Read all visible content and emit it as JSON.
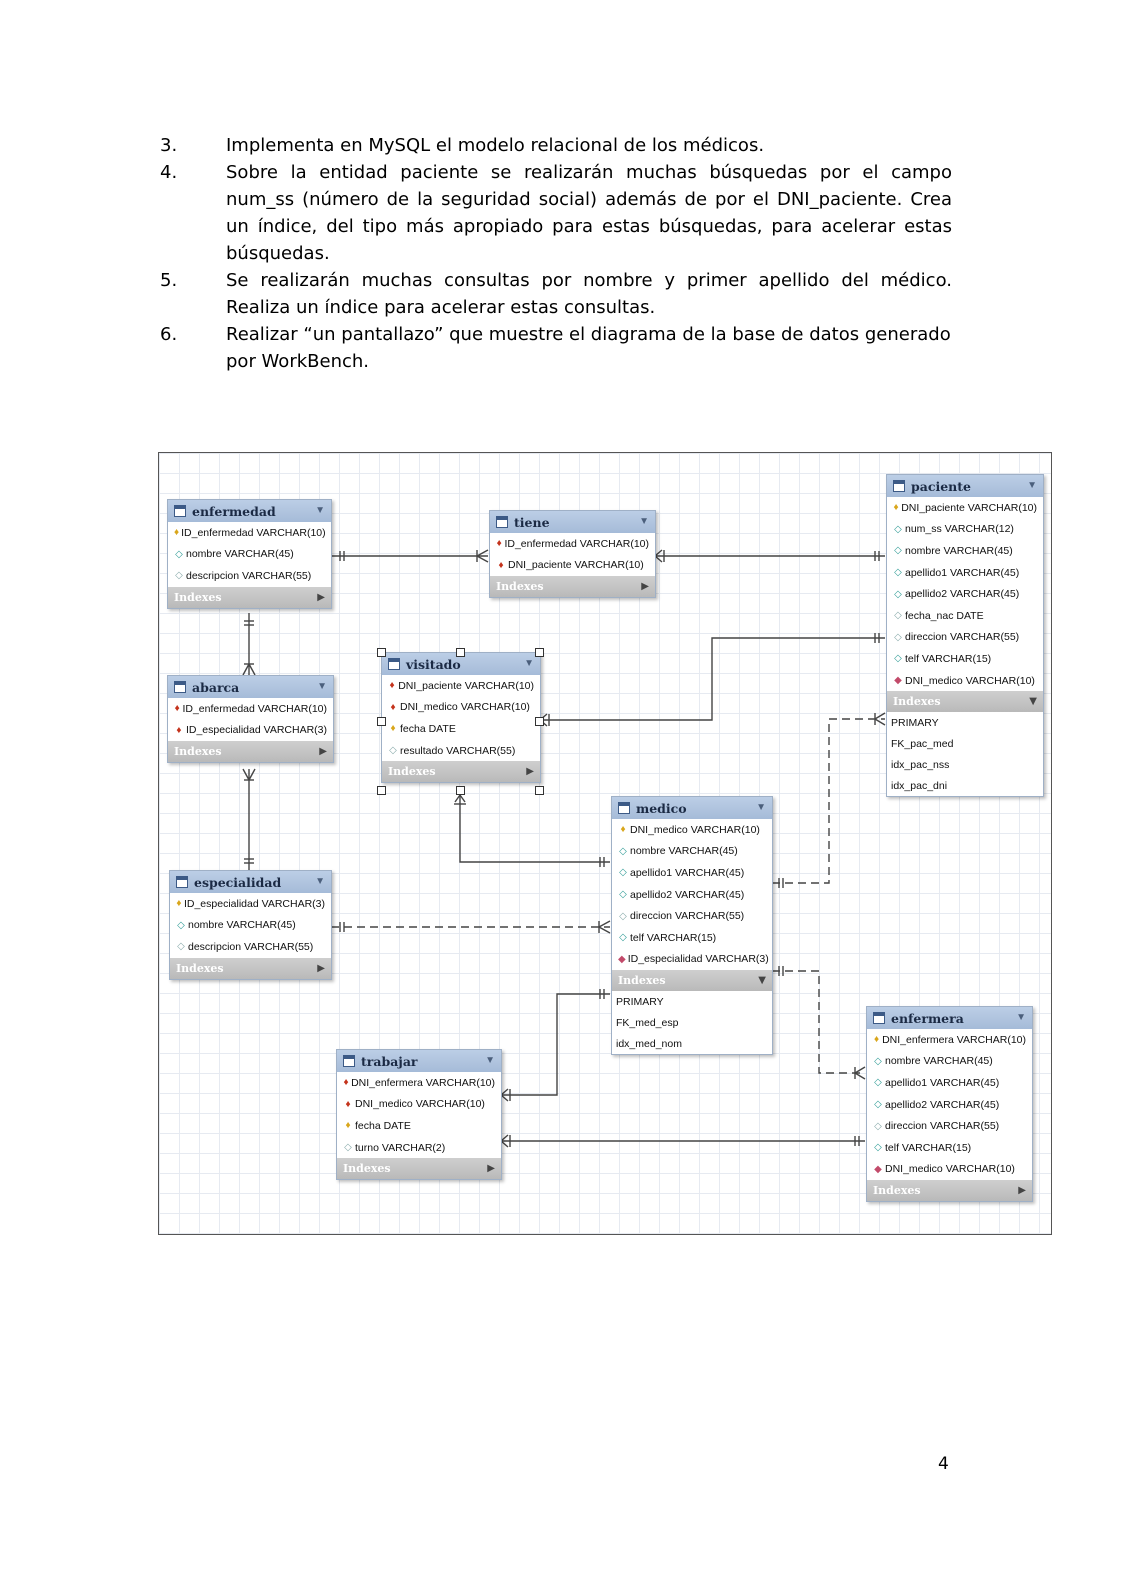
{
  "list": [
    {
      "num": "3.",
      "text": "Implementa en MySQL el modelo relacional de los médicos."
    },
    {
      "num": "4.",
      "text": "Sobre la entidad paciente se realizarán muchas búsquedas por el campo num_ss (número de la seguridad social) además de por el DNI_paciente. Crea un índice, del tipo más apropiado para estas búsquedas, para acelerar estas búsquedas."
    },
    {
      "num": "5.",
      "text": "Se realizarán muchas consultas por nombre y primer apellido del médico. Realiza un índice para acelerar estas consultas."
    },
    {
      "num": "6.",
      "text": "Realizar “un pantallazo” que muestre el diagrama de la base de datos generado por WorkBench."
    }
  ],
  "indexes_label": "Indexes",
  "tables": {
    "enfermedad": {
      "name": "enfermedad",
      "columns": [
        {
          "icon": "pk",
          "text": "ID_enfermedad VARCHAR(10)"
        },
        {
          "icon": "nn",
          "text": "nombre VARCHAR(45)"
        },
        {
          "icon": "nl",
          "text": "descripcion VARCHAR(55)"
        }
      ]
    },
    "tiene": {
      "name": "tiene",
      "columns": [
        {
          "icon": "fk",
          "text": "ID_enfermedad VARCHAR(10)"
        },
        {
          "icon": "fk",
          "text": "DNI_paciente VARCHAR(10)"
        }
      ]
    },
    "paciente": {
      "name": "paciente",
      "columns": [
        {
          "icon": "pk",
          "text": "DNI_paciente VARCHAR(10)"
        },
        {
          "icon": "nn",
          "text": "num_ss VARCHAR(12)"
        },
        {
          "icon": "nn",
          "text": "nombre VARCHAR(45)"
        },
        {
          "icon": "nn",
          "text": "apellido1 VARCHAR(45)"
        },
        {
          "icon": "nn",
          "text": "apellido2 VARCHAR(45)"
        },
        {
          "icon": "nl",
          "text": "fecha_nac DATE"
        },
        {
          "icon": "nl",
          "text": "direccion VARCHAR(55)"
        },
        {
          "icon": "nn",
          "text": "telf VARCHAR(15)"
        },
        {
          "icon": "red",
          "text": "DNI_medico VARCHAR(10)"
        }
      ],
      "index_items": [
        "PRIMARY",
        "FK_pac_med",
        "idx_pac_nss",
        "idx_pac_dni"
      ]
    },
    "abarca": {
      "name": "abarca",
      "columns": [
        {
          "icon": "fk",
          "text": "ID_enfermedad VARCHAR(10)"
        },
        {
          "icon": "fk",
          "text": "ID_especialidad VARCHAR(3)"
        }
      ]
    },
    "visitado": {
      "name": "visitado",
      "columns": [
        {
          "icon": "fk",
          "text": "DNI_paciente VARCHAR(10)"
        },
        {
          "icon": "fk",
          "text": "DNI_medico VARCHAR(10)"
        },
        {
          "icon": "pk",
          "text": "fecha DATE"
        },
        {
          "icon": "nl",
          "text": "resultado VARCHAR(55)"
        }
      ]
    },
    "medico": {
      "name": "medico",
      "columns": [
        {
          "icon": "pk",
          "text": "DNI_medico VARCHAR(10)"
        },
        {
          "icon": "nn",
          "text": "nombre VARCHAR(45)"
        },
        {
          "icon": "nn",
          "text": "apellido1 VARCHAR(45)"
        },
        {
          "icon": "nn",
          "text": "apellido2 VARCHAR(45)"
        },
        {
          "icon": "nl",
          "text": "direccion VARCHAR(55)"
        },
        {
          "icon": "nn",
          "text": "telf VARCHAR(15)"
        },
        {
          "icon": "red",
          "text": "ID_especialidad VARCHAR(3)"
        }
      ],
      "index_items": [
        "PRIMARY",
        "FK_med_esp",
        "idx_med_nom"
      ]
    },
    "especialidad": {
      "name": "especialidad",
      "columns": [
        {
          "icon": "pk",
          "text": "ID_especialidad VARCHAR(3)"
        },
        {
          "icon": "nn",
          "text": "nombre VARCHAR(45)"
        },
        {
          "icon": "nl",
          "text": "descripcion VARCHAR(55)"
        }
      ]
    },
    "trabajar": {
      "name": "trabajar",
      "columns": [
        {
          "icon": "fk",
          "text": "DNI_enfermera VARCHAR(10)"
        },
        {
          "icon": "fk",
          "text": "DNI_medico VARCHAR(10)"
        },
        {
          "icon": "pk",
          "text": "fecha DATE"
        },
        {
          "icon": "nl",
          "text": "turno VARCHAR(2)"
        }
      ]
    },
    "enfermera": {
      "name": "enfermera",
      "columns": [
        {
          "icon": "pk",
          "text": "DNI_enfermera VARCHAR(10)"
        },
        {
          "icon": "nn",
          "text": "nombre VARCHAR(45)"
        },
        {
          "icon": "nn",
          "text": "apellido1 VARCHAR(45)"
        },
        {
          "icon": "nn",
          "text": "apellido2 VARCHAR(45)"
        },
        {
          "icon": "nl",
          "text": "direccion VARCHAR(55)"
        },
        {
          "icon": "nn",
          "text": "telf VARCHAR(15)"
        },
        {
          "icon": "red",
          "text": "DNI_medico VARCHAR(10)"
        }
      ]
    }
  },
  "page_number": "4"
}
